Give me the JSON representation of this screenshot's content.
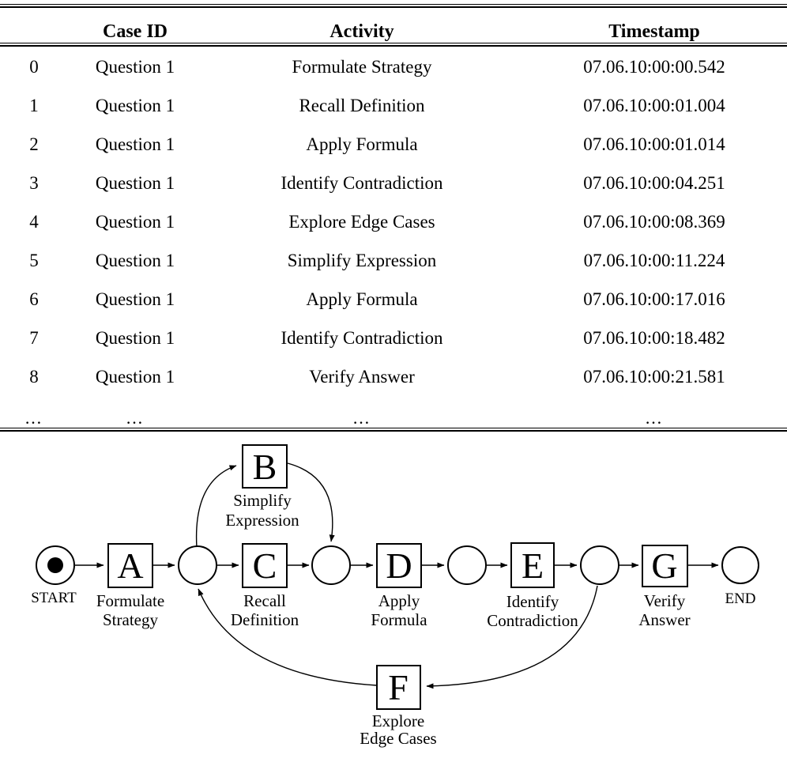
{
  "table": {
    "columns": [
      "",
      "Case ID",
      "Activity",
      "Timestamp"
    ],
    "rows": [
      {
        "index": "0",
        "case": "Question 1",
        "activity": "Formulate Strategy",
        "timestamp": "07.06.10:00:00.542"
      },
      {
        "index": "1",
        "case": "Question 1",
        "activity": "Recall Definition",
        "timestamp": "07.06.10:00:01.004"
      },
      {
        "index": "2",
        "case": "Question 1",
        "activity": "Apply Formula",
        "timestamp": "07.06.10:00:01.014"
      },
      {
        "index": "3",
        "case": "Question 1",
        "activity": "Identify Contradiction",
        "timestamp": "07.06.10:00:04.251"
      },
      {
        "index": "4",
        "case": "Question 1",
        "activity": "Explore Edge Cases",
        "timestamp": "07.06.10:00:08.369"
      },
      {
        "index": "5",
        "case": "Question 1",
        "activity": "Simplify Expression",
        "timestamp": "07.06.10:00:11.224"
      },
      {
        "index": "6",
        "case": "Question 1",
        "activity": "Apply Formula",
        "timestamp": "07.06.10:00:17.016"
      },
      {
        "index": "7",
        "case": "Question 1",
        "activity": "Identify Contradiction",
        "timestamp": "07.06.10:00:18.482"
      },
      {
        "index": "8",
        "case": "Question 1",
        "activity": "Verify Answer",
        "timestamp": "07.06.10:00:21.581"
      }
    ],
    "ellipsis": {
      "index": "…",
      "case": "…",
      "activity": "…",
      "timestamp": "…"
    }
  },
  "diagram": {
    "type": "petri-net-process-model",
    "start": {
      "label": "START"
    },
    "end": {
      "label": "END"
    },
    "transitions": {
      "A": {
        "letter": "A",
        "line1": "Formulate",
        "line2": "Strategy"
      },
      "B": {
        "letter": "B",
        "line1": "Simplify",
        "line2": "Expression"
      },
      "C": {
        "letter": "C",
        "line1": "Recall",
        "line2": "Definition"
      },
      "D": {
        "letter": "D",
        "line1": "Apply",
        "line2": "Formula"
      },
      "E": {
        "letter": "E",
        "line1": "Identify",
        "line2": "Contradiction"
      },
      "F": {
        "letter": "F",
        "line1": "Explore",
        "line2": "Edge Cases"
      },
      "G": {
        "letter": "G",
        "line1": "Verify",
        "line2": "Answer"
      }
    },
    "stroke_color": "#000000",
    "background_color": "#ffffff"
  }
}
